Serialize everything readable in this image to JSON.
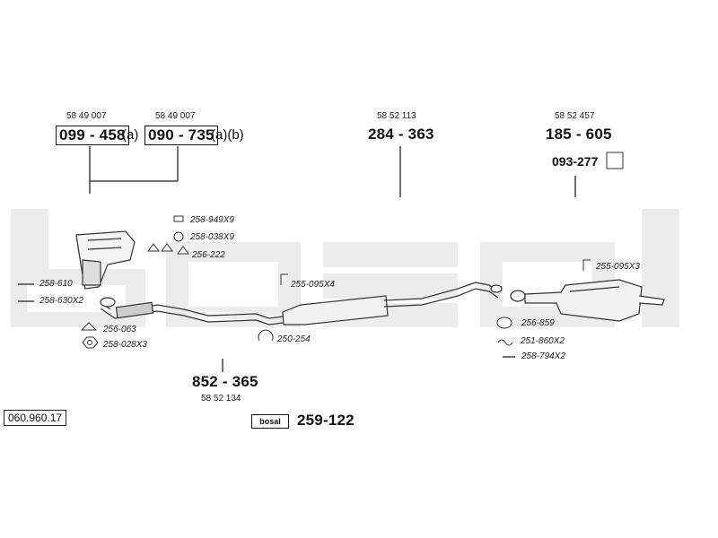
{
  "header": {
    "g1": {
      "ref": "58 49 007",
      "part": "099 - 458",
      "suffix": "(a)"
    },
    "g2": {
      "ref": "58 49 007",
      "part": "090 - 735",
      "suffix": "(a)(b)"
    },
    "g3": {
      "ref": "58 52 113",
      "part": "284 - 363"
    },
    "g4": {
      "ref": "58 52 457",
      "part": "185 - 605",
      "sub_part": "093-277"
    }
  },
  "watermark": "bosal",
  "labels": {
    "l258949": "258-949X9",
    "l258038": "258-038X9",
    "l256222": "256-222",
    "l258610": "258-610",
    "l258630": "258-630X2",
    "l256063": "256-063",
    "l258028": "258-028X3",
    "l255095x4": "255-095X4",
    "l250254": "250-254",
    "l255095x3": "255-095X3",
    "l256859": "256-859",
    "l251860": "251-860X2",
    "l258794": "258-794X2"
  },
  "bottom": {
    "mid_part": "852 - 365",
    "mid_ref": "58 52 134",
    "paste_logo": "bosal",
    "paste_part": "259-122"
  },
  "diagram_code": "060.960.17"
}
